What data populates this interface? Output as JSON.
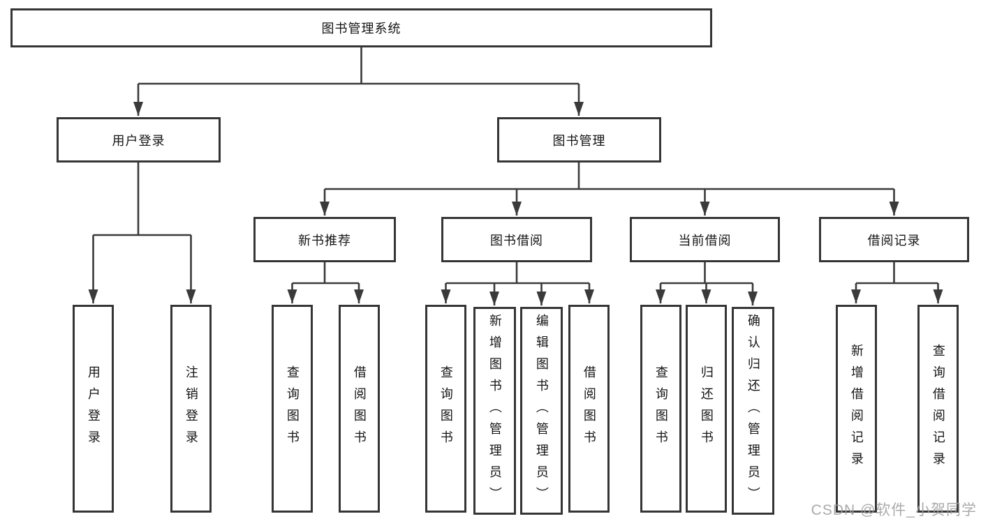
{
  "diagram": {
    "title_node": {
      "label": "图书管理系统"
    },
    "level2": [
      {
        "label": "用户登录"
      },
      {
        "label": "图书管理"
      }
    ],
    "level3": [
      {
        "label": "新书推荐"
      },
      {
        "label": "图书借阅"
      },
      {
        "label": "当前借阅"
      },
      {
        "label": "借阅记录"
      }
    ],
    "leaves": {
      "user_login": [
        {
          "label": "用户登录"
        },
        {
          "label": "注销登录"
        }
      ],
      "new_book_recommend": [
        {
          "label": "查询图书"
        },
        {
          "label": "借阅图书"
        }
      ],
      "book_borrowing": [
        {
          "label": "查询图书"
        },
        {
          "label": "新增图书（管理员）"
        },
        {
          "label": "编辑图书（管理员）"
        },
        {
          "label": "借阅图书"
        }
      ],
      "current_borrowing": [
        {
          "label": "查询图书"
        },
        {
          "label": "归还图书"
        },
        {
          "label": "确认归还（管理员）"
        }
      ],
      "borrowing_records": [
        {
          "label": "新增借阅记录"
        },
        {
          "label": "查询借阅记录"
        }
      ]
    },
    "watermark": "CSDN @软件_小贺同学",
    "colors": {
      "line": "#3a3a3a",
      "box_border": "#353535",
      "text": "#141414",
      "watermark": "#9e9e9e",
      "background": "#ffffff"
    }
  }
}
